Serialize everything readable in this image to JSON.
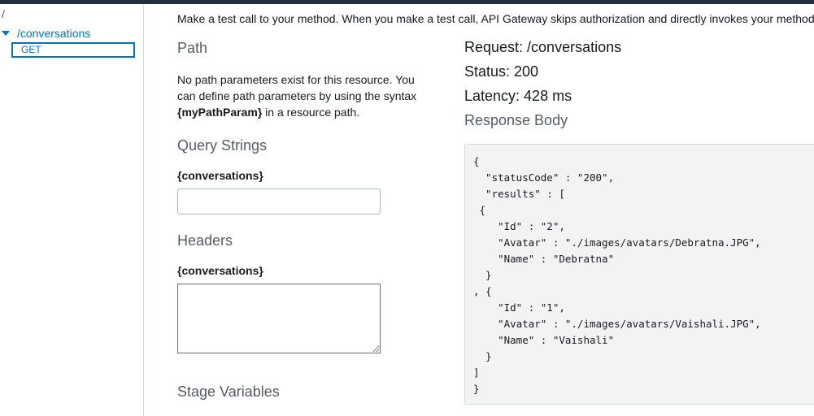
{
  "sidebar": {
    "root_label": "/",
    "resource_label": "/conversations",
    "method_label": "GET"
  },
  "main": {
    "intro_text": "Make a test call to your method. When you make a test call, API Gateway skips authorization and directly invokes your method",
    "path": {
      "title": "Path",
      "help_prefix": "No path parameters exist for this resource. You can define path parameters by using the syntax ",
      "help_param": "{myPathParam}",
      "help_suffix": " in a resource path."
    },
    "query_strings": {
      "title": "Query Strings",
      "field_label": "{conversations}",
      "value": "",
      "placeholder": ""
    },
    "headers": {
      "title": "Headers",
      "field_label": "{conversations}",
      "value": ""
    },
    "stage_variables": {
      "title": "Stage Variables"
    }
  },
  "result": {
    "request": "Request: /conversations",
    "status": "Status: 200",
    "latency": "Latency: 428 ms",
    "response_body_title": "Response Body",
    "response_body": "{\n  \"statusCode\" : \"200\",\n  \"results\" : [\n {\n    \"Id\" : \"2\",\n    \"Avatar\" : \"./images/avatars/Debratna.JPG\",\n    \"Name\" : \"Debratna\"\n  }\n, {\n    \"Id\" : \"1\",\n    \"Avatar\" : \"./images/avatars/Vaishali.JPG\",\n    \"Name\" : \"Vaishali\"\n  }\n]\n}"
  },
  "colors": {
    "topbar": "#232f3e",
    "link": "#0073bb",
    "code_background": "#f2f3f3"
  }
}
